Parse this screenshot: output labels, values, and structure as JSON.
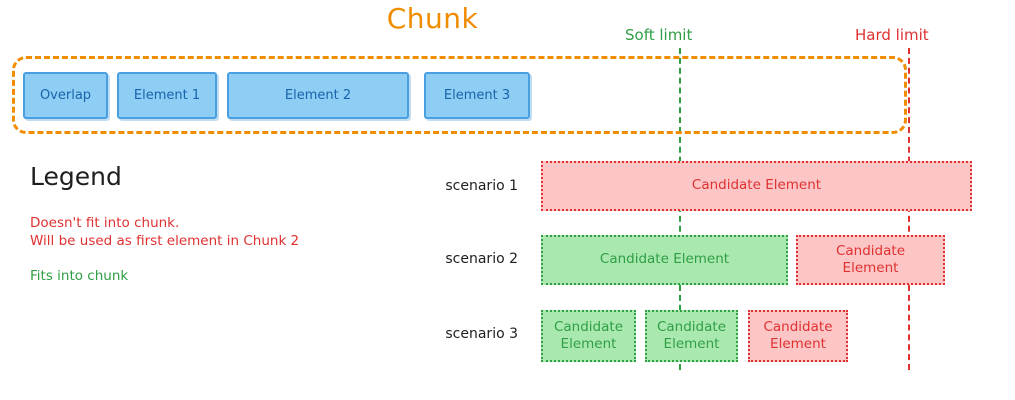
{
  "diagram": {
    "title": "Chunk",
    "title_color": "#f08c00"
  },
  "limits": {
    "soft": {
      "label": "Soft limit",
      "color": "#2f9e44"
    },
    "hard": {
      "label": "Hard limit",
      "color": "#e03131"
    }
  },
  "chunk": {
    "elements": [
      {
        "label": "Overlap"
      },
      {
        "label": "Element 1"
      },
      {
        "label": "Element 2"
      },
      {
        "label": "Element 3"
      }
    ],
    "element_fill": "#8ecdf4",
    "element_border": "#4a9fe0",
    "element_text_color": "#1864ab"
  },
  "legend": {
    "title": "Legend",
    "does_not_fit_line1": "Doesn't fit into chunk.",
    "does_not_fit_line2": "Will be used as first element in Chunk 2",
    "fits": "Fits into chunk",
    "does_not_fit_color": "#e03131",
    "fits_color": "#2f9e44"
  },
  "scenarios": [
    {
      "label": "scenario 1",
      "candidates": [
        {
          "text": "Candidate Element",
          "state": "red"
        }
      ]
    },
    {
      "label": "scenario 2",
      "candidates": [
        {
          "text": "Candidate Element",
          "state": "green"
        },
        {
          "text_line1": "Candidate",
          "text_line2": "Element",
          "state": "red"
        }
      ]
    },
    {
      "label": "scenario 3",
      "candidates": [
        {
          "text_line1": "Candidate",
          "text_line2": "Element",
          "state": "green"
        },
        {
          "text_line1": "Candidate",
          "text_line2": "Element",
          "state": "green"
        },
        {
          "text_line1": "Candidate",
          "text_line2": "Element",
          "state": "red"
        }
      ]
    }
  ],
  "colors": {
    "red_fill": "#fcc6c6",
    "red_stroke": "#e03131",
    "green_fill": "#a9e9b0",
    "green_stroke": "#2f9e44",
    "orange": "#f08c00"
  }
}
